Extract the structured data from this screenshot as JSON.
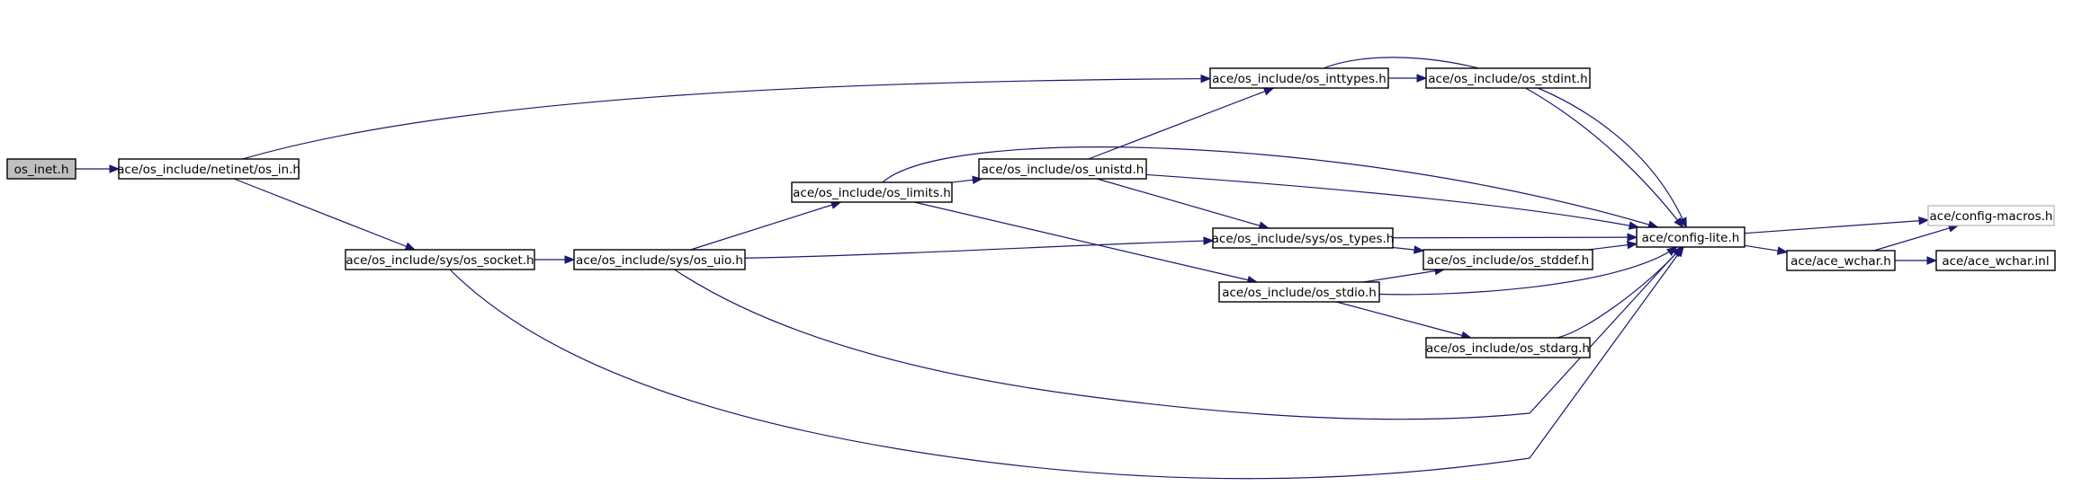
{
  "graph": {
    "nodes": {
      "os_inet": {
        "label": "os_inet.h"
      },
      "os_in": {
        "label": "ace/os_include/netinet/os_in.h"
      },
      "os_socket": {
        "label": "ace/os_include/sys/os_socket.h"
      },
      "os_uio": {
        "label": "ace/os_include/sys/os_uio.h"
      },
      "os_limits": {
        "label": "ace/os_include/os_limits.h"
      },
      "os_unistd": {
        "label": "ace/os_include/os_unistd.h"
      },
      "os_inttypes": {
        "label": "ace/os_include/os_inttypes.h"
      },
      "os_stdint": {
        "label": "ace/os_include/os_stdint.h"
      },
      "os_types": {
        "label": "ace/os_include/sys/os_types.h"
      },
      "os_stddef": {
        "label": "ace/os_include/os_stddef.h"
      },
      "os_stdio": {
        "label": "ace/os_include/os_stdio.h"
      },
      "os_stdarg": {
        "label": "ace/os_include/os_stdarg.h"
      },
      "config_lite": {
        "label": "ace/config-lite.h"
      },
      "config_macros": {
        "label": "ace/config-macros.h"
      },
      "ace_wchar": {
        "label": "ace/ace_wchar.h"
      },
      "ace_wchar_inl": {
        "label": "ace/ace_wchar.inl"
      }
    },
    "edges": [
      [
        "os_inet",
        "os_in"
      ],
      [
        "os_in",
        "os_inttypes"
      ],
      [
        "os_in",
        "os_socket"
      ],
      [
        "os_socket",
        "os_uio"
      ],
      [
        "os_socket",
        "config_lite"
      ],
      [
        "os_uio",
        "os_limits"
      ],
      [
        "os_uio",
        "os_types"
      ],
      [
        "os_uio",
        "config_lite"
      ],
      [
        "os_limits",
        "os_unistd"
      ],
      [
        "os_limits",
        "config_lite"
      ],
      [
        "os_limits",
        "os_stdio"
      ],
      [
        "os_unistd",
        "os_inttypes"
      ],
      [
        "os_unistd",
        "config_lite"
      ],
      [
        "os_unistd",
        "os_types"
      ],
      [
        "os_inttypes",
        "os_stdint"
      ],
      [
        "os_inttypes",
        "config_lite"
      ],
      [
        "os_stdint",
        "config_lite"
      ],
      [
        "os_types",
        "config_lite"
      ],
      [
        "os_types",
        "os_stddef"
      ],
      [
        "os_stddef",
        "config_lite"
      ],
      [
        "os_stdio",
        "os_stddef"
      ],
      [
        "os_stdio",
        "config_lite"
      ],
      [
        "os_stdio",
        "os_stdarg"
      ],
      [
        "os_stdarg",
        "config_lite"
      ],
      [
        "config_lite",
        "config_macros"
      ],
      [
        "config_lite",
        "ace_wchar"
      ],
      [
        "ace_wchar",
        "config_macros"
      ],
      [
        "ace_wchar",
        "ace_wchar_inl"
      ]
    ]
  }
}
